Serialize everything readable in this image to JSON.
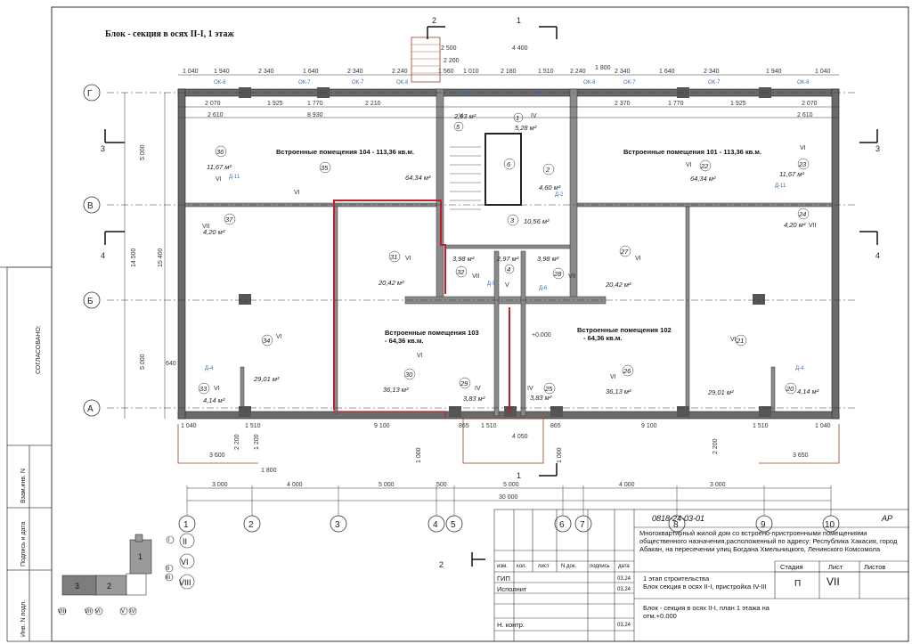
{
  "title": "Блок - секция в осях II-I, 1 этаж",
  "section_marks": {
    "top_left": "2",
    "top_right": "1",
    "bottom_right": "1",
    "bottom_left": "2",
    "side_left_top": "3",
    "side_left_bottom": "4",
    "side_right_top": "3",
    "side_right_bottom": "4"
  },
  "axes_letters": [
    "Г",
    "В",
    "Б",
    "А"
  ],
  "axes_numbers": [
    "1",
    "2",
    "3",
    "4",
    "5",
    "6",
    "7",
    "8",
    "9",
    "10"
  ],
  "top_dims_row1": [
    "1 040",
    "1 940",
    "2 340",
    "1 640",
    "2 340",
    "2 240",
    "1 560",
    "1 010",
    "2 180",
    "1 510",
    "2 240",
    "2 340",
    "1 640",
    "2 340",
    "1 940",
    "1 040"
  ],
  "top_dims_row2": [
    "2 070",
    "1 925",
    "1 770",
    "2 210",
    "2 370",
    "1 770",
    "1 925",
    "2 070"
  ],
  "top_overall": [
    "2 610",
    "8 930",
    "2 610"
  ],
  "window_marks": [
    "ОК-8",
    "ОК-7",
    "ОК-7",
    "ОК-8",
    "ОК-8",
    "ОК-7",
    "ОК-7",
    "ОК-8"
  ],
  "porch_dims": [
    "2 500",
    "4 400",
    "1 800",
    "2 200"
  ],
  "bottom_dims_row1": [
    "3 000",
    "4 000",
    "5 000",
    "500",
    "5 000",
    "4 000",
    "3 000"
  ],
  "bottom_total": "30 000",
  "bottom_misc": [
    "1 040",
    "1 510",
    "9 100",
    "865",
    "1 510",
    "4 050",
    "865",
    "9 100",
    "1 510",
    "1 040",
    "3 600",
    "1 800",
    "3 650",
    "2 200",
    "1 200",
    "1 000",
    "1 000",
    "2 200"
  ],
  "left_dims": [
    "5 000",
    "14 500",
    "15 400",
    "5 000",
    "640"
  ],
  "rooms": [
    {
      "id": "36",
      "area": "11,67 м²"
    },
    {
      "id": "35",
      "area": "64,34 м²"
    },
    {
      "id": "37",
      "area": "4,20 м²"
    },
    {
      "id": "31",
      "area": "20,42 м²"
    },
    {
      "id": "34",
      "area": "29,01 м²"
    },
    {
      "id": "30",
      "area": "36,13 м²"
    },
    {
      "id": "33",
      "area": "4,14 м²"
    },
    {
      "id": "29",
      "area": "3,83 м²"
    },
    {
      "id": "5",
      "area": "2,93 м²"
    },
    {
      "id": "1",
      "area": "5,28 м²"
    },
    {
      "id": "6",
      "area": ""
    },
    {
      "id": "2",
      "area": "4,60 м²"
    },
    {
      "id": "3",
      "area": "10,56 м²"
    },
    {
      "id": "32",
      "area": "3,98 м²"
    },
    {
      "id": "4",
      "area": "2,97 м²"
    },
    {
      "id": "28",
      "area": "3,98 м²"
    },
    {
      "id": "22",
      "area": "64,34 м²"
    },
    {
      "id": "23",
      "area": "11,67 м²"
    },
    {
      "id": "24",
      "area": "4,20 м²"
    },
    {
      "id": "27",
      "area": "20,42 м²"
    },
    {
      "id": "26",
      "area": "36,13 м²"
    },
    {
      "id": "21",
      "area": "29,01 м²"
    },
    {
      "id": "25",
      "area": "3,83 м²"
    },
    {
      "id": "20",
      "area": "4,14 м²"
    }
  ],
  "area_labels": {
    "a104": "Встроенные помещения 104 - 113,36 кв.м.",
    "a101": "Встроенные помещения 101 - 113,36 кв.м.",
    "a103": "Встроенные помещения 103",
    "a103b": "- 64,36 кв.м.",
    "a102": "Встроенные помещения 102",
    "a102b": "- 64,36 кв.м."
  },
  "level_mark": "+0.000",
  "roman_tags": [
    "VI",
    "VI",
    "VII",
    "VI",
    "VI",
    "VI",
    "V",
    "IV",
    "VII",
    "V",
    "VII",
    "VI",
    "VI",
    "VI",
    "VII",
    "VI",
    "VI",
    "VI",
    "IV",
    "IV"
  ],
  "door_tags": [
    "Д-11",
    "Д-4",
    "Д-3",
    "Д-1",
    "Д-5",
    "Д-2",
    "Д-6",
    "Д-11",
    "Д-4"
  ],
  "side_stamp": {
    "agreed": "СОГЛАСОВАНО:",
    "inv_replace": "Взам.инв. N",
    "sign_date": "Подпись и дата",
    "inv_orig": "Инв. N подл."
  },
  "key_plan": {
    "blocks": [
      "3",
      "2",
      "1"
    ],
    "romans": [
      "I",
      "II",
      "VI",
      "VIII",
      "II",
      "III",
      "VIII",
      "VII",
      "VI",
      "V",
      "IV"
    ]
  },
  "title_block": {
    "code": "0818-24-03-01",
    "stage_code": "АР",
    "project": "Многоквартирный жилой дом со встроено-пристроенными помещениями общественного назначения,расположенный по адресу: Республика Хакасия, город Абакан, на пересечении улиц Богдана Хмельницкого, Ленинского Комсомола",
    "cols": [
      "изм.",
      "кол.",
      "лист",
      "N док.",
      "подпись",
      "дата"
    ],
    "stage": "1 этап строительства",
    "block": "Блок секция в осях II-I, пристройка IV-III",
    "sheet_name": "Блок - секция в осях II-I, план 1 этажа на отм.+0.000",
    "roles": [
      "ГИП",
      "Исполнит",
      "Н. контр."
    ],
    "dates": [
      "03.24",
      "03.24",
      "03.24"
    ],
    "hdr_stage": "Стадия",
    "hdr_sheet": "Лист",
    "hdr_sheets": "Листов",
    "stage_val": "П",
    "sheet_val": "VII"
  }
}
